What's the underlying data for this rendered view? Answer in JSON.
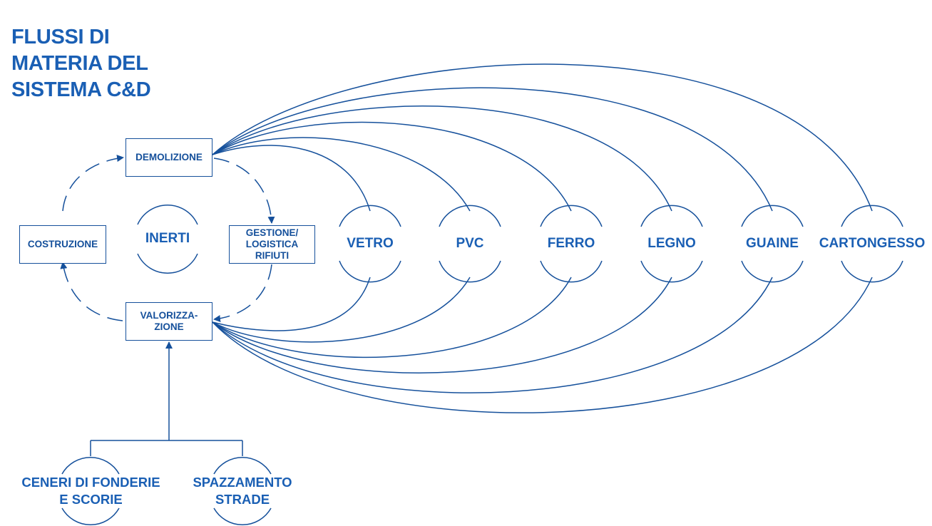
{
  "title_lines": [
    "FLUSSI DI",
    "MATERIA DEL",
    "SISTEMA C&D"
  ],
  "cycle": {
    "demolizione": "DEMOLIZIONE",
    "costruzione": "COSTRUZIONE",
    "gestione": "GESTIONE/\nLOGISTICA\nRIFIUTI",
    "valorizzazione": "VALORIZZA-\nZIONE",
    "inerti": "INERTI"
  },
  "materials": [
    "VETRO",
    "PVC",
    "FERRO",
    "LEGNO",
    "GUAINE",
    "CARTONGESSO"
  ],
  "sources": [
    "CENERI DI FONDERIE\nE SCORIE",
    "SPAZZAMENTO\nSTRADE"
  ],
  "colors": {
    "line": "#15509b",
    "text": "#1a5fb4",
    "background": "#ffffff"
  }
}
